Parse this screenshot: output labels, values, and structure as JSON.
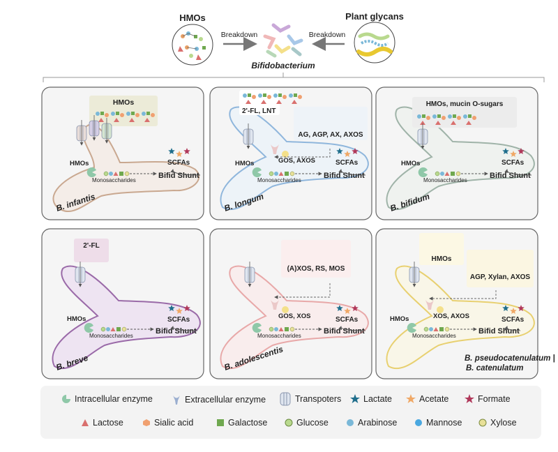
{
  "top": {
    "hmos_label": "HMOs",
    "plant_label": "Plant glycans",
    "breakdown_left": "Breakdown",
    "breakdown_right": "Breakdown",
    "genus": "Bifidobacterium"
  },
  "panels": [
    {
      "species": "B. infantis",
      "substrates": "HMOs",
      "hmos": "HMOs",
      "monosaccharides": "Monosaccharides",
      "shunt": "Bifid Shunt",
      "scfas": "SCFAs",
      "color": "#e8c9b4"
    },
    {
      "species": "B. longum",
      "substrates": "2'-FL, LNT",
      "substrates2": "AG, AGP, AX, AXOS",
      "hmos": "HMOs",
      "gos": "GOS, AXOS",
      "monosaccharides": "Monosaccharides",
      "shunt": "Bifid Shunt",
      "scfas": "SCFAs",
      "color": "#bcd6ee"
    },
    {
      "species": "B. bifidum",
      "substrates": "HMOs, mucin O-sugars",
      "hmos": "HMOs",
      "monosaccharides": "Monosaccharides",
      "shunt": "Bifid Shunt",
      "scfas": "SCFAs",
      "color": "#c8d4cc"
    },
    {
      "species": "B. breve",
      "substrates": "2'-FL",
      "hmos": "HMOs",
      "monosaccharides": "Monosaccharides",
      "shunt": "Bifid Shunt",
      "scfas": "SCFAs",
      "color": "#d9bfe0"
    },
    {
      "species": "B. adolescentis",
      "substrates": "(A)XOS, RS, MOS",
      "gos": "GOS, XOS",
      "monosaccharides": "Monosaccharides",
      "shunt": "Bifid Shunt",
      "scfas": "SCFAs",
      "color": "#f4cfcf"
    },
    {
      "species": "B. pseudocatenulatum |",
      "species2": "B. catenulatum",
      "substrates": "HMOs",
      "substrates2": "AGP, Xylan, AXOS",
      "hmos": "HMOs",
      "gos": "XOS, AXOS",
      "monosaccharides": "Monosaccharides",
      "shunt": "Bifid Shunt",
      "scfas": "SCFAs",
      "color": "#f8ecb8"
    }
  ],
  "legend": {
    "row1": [
      "Intracellular enzyme",
      "Extracellular enzyme",
      "Transpoters",
      "Lactate",
      "Acetate",
      "Formate"
    ],
    "row2": [
      "Lactose",
      "Sialic acid",
      "Galactose",
      "Glucose",
      "Arabinose",
      "Mannose",
      "Xylose"
    ]
  },
  "colors": {
    "lactate": "#1f6e8c",
    "acetate": "#f0a866",
    "formate": "#b0385a",
    "lactose": "#d9706e",
    "sialic": "#f0a070",
    "galactose": "#6fa84f",
    "glucose": "#b9d98e",
    "arabinose": "#7ab8d8",
    "mannose": "#4aa8e0",
    "xylose": "#e8e098",
    "enzyme": "#8fc8a8",
    "ext_enzyme": "#9aaed0",
    "transporter": "#c8d0e0"
  }
}
